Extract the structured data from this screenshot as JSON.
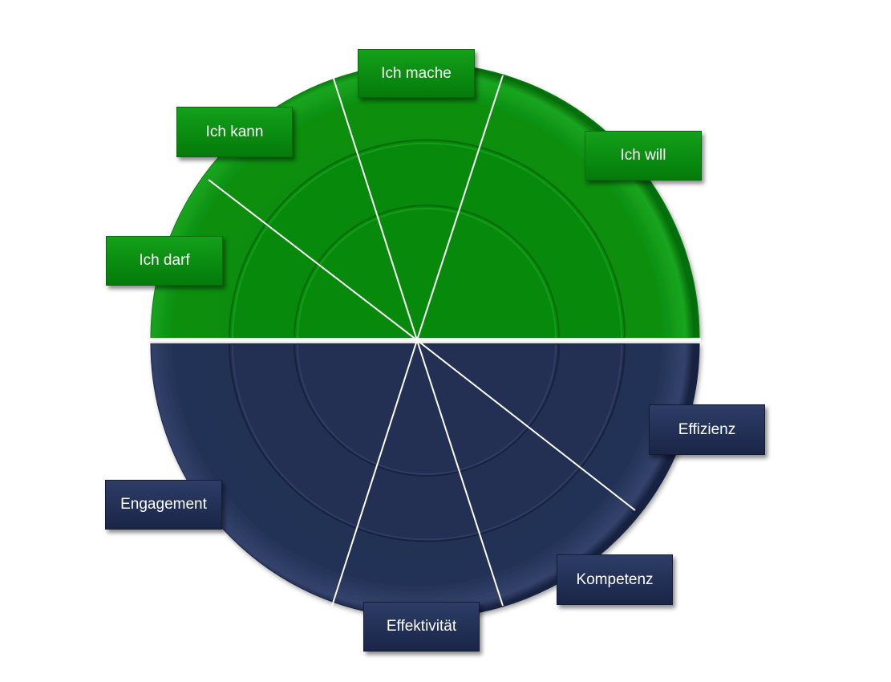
{
  "colors": {
    "top_half": "#0a8b0e",
    "bottom_half": "#233054",
    "divider": "#ffffff"
  },
  "top_labels": {
    "ich_mache": "Ich mache",
    "ich_kann": "Ich kann",
    "ich_will": "Ich will",
    "ich_darf": "Ich darf"
  },
  "bottom_labels": {
    "effizienz": "Effizienz",
    "engagement": "Engagement",
    "kompetenz": "Kompetenz",
    "effektivitaet": "Effektivität"
  }
}
